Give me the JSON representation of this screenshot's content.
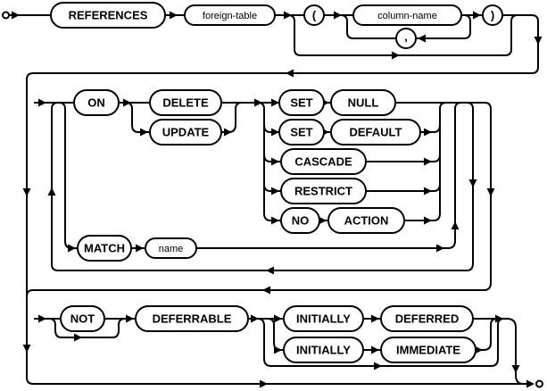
{
  "colors": {
    "line": "#000000",
    "background": "#ffffff",
    "bubble_fill": "#ffffff"
  },
  "nodes": {
    "references": "REFERENCES",
    "foreign_table": "foreign-table",
    "lparen": "(",
    "column_name": "column-name",
    "comma": ",",
    "rparen": ")",
    "on": "ON",
    "delete": "DELETE",
    "update": "UPDATE",
    "set_1": "SET",
    "null": "NULL",
    "set_2": "SET",
    "default": "DEFAULT",
    "cascade": "CASCADE",
    "restrict": "RESTRICT",
    "no": "NO",
    "action": "ACTION",
    "match": "MATCH",
    "name": "name",
    "not": "NOT",
    "deferrable": "DEFERRABLE",
    "initially_1": "INITIALLY",
    "deferred": "DEFERRED",
    "initially_2": "INITIALLY",
    "immediate": "IMMEDIATE"
  }
}
